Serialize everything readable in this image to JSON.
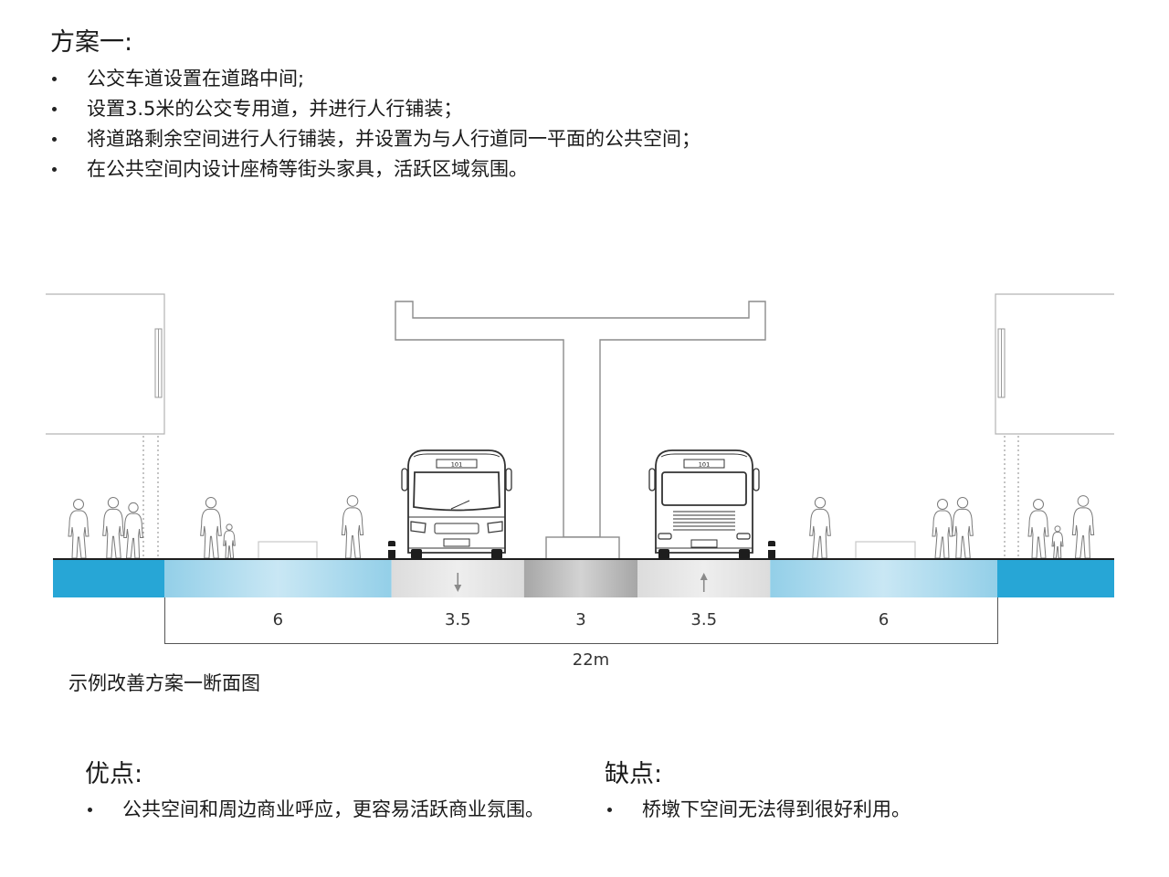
{
  "plan": {
    "title": "方案一:",
    "points": [
      "公交车道设置在道路中间;",
      "设置3.5米的公交专用道，并进行人行铺装；",
      "将道路剩余空间进行人行铺装，并设置为与人行道同一平面的公共空间；",
      "在公共空间内设计座椅等街头家具，活跃区域氛围。"
    ]
  },
  "section": {
    "segments": [
      {
        "label": "6",
        "width_m": 6,
        "color": "#93cfe8"
      },
      {
        "label": "3.5",
        "width_m": 3.5,
        "color": "#dcdcdc",
        "arrow": "arrow-down-icon"
      },
      {
        "label": "3",
        "width_m": 3,
        "color": "#a6a6a6"
      },
      {
        "label": "3.5",
        "width_m": 3.5,
        "color": "#dcdcdc",
        "arrow": "arrow-up-icon"
      },
      {
        "label": "6",
        "width_m": 6,
        "color": "#93cfe8"
      }
    ],
    "total_label": "22m",
    "sidewalk_color": "#27a6d6",
    "bus_route": "101",
    "caption": "示例改善方案一断面图"
  },
  "pros": {
    "title": "优点:",
    "items": [
      "公共空间和周边商业呼应，更容易活跃商业氛围。"
    ]
  },
  "cons": {
    "title": "缺点:",
    "items": [
      "桥墩下空间无法得到很好利用。"
    ]
  }
}
